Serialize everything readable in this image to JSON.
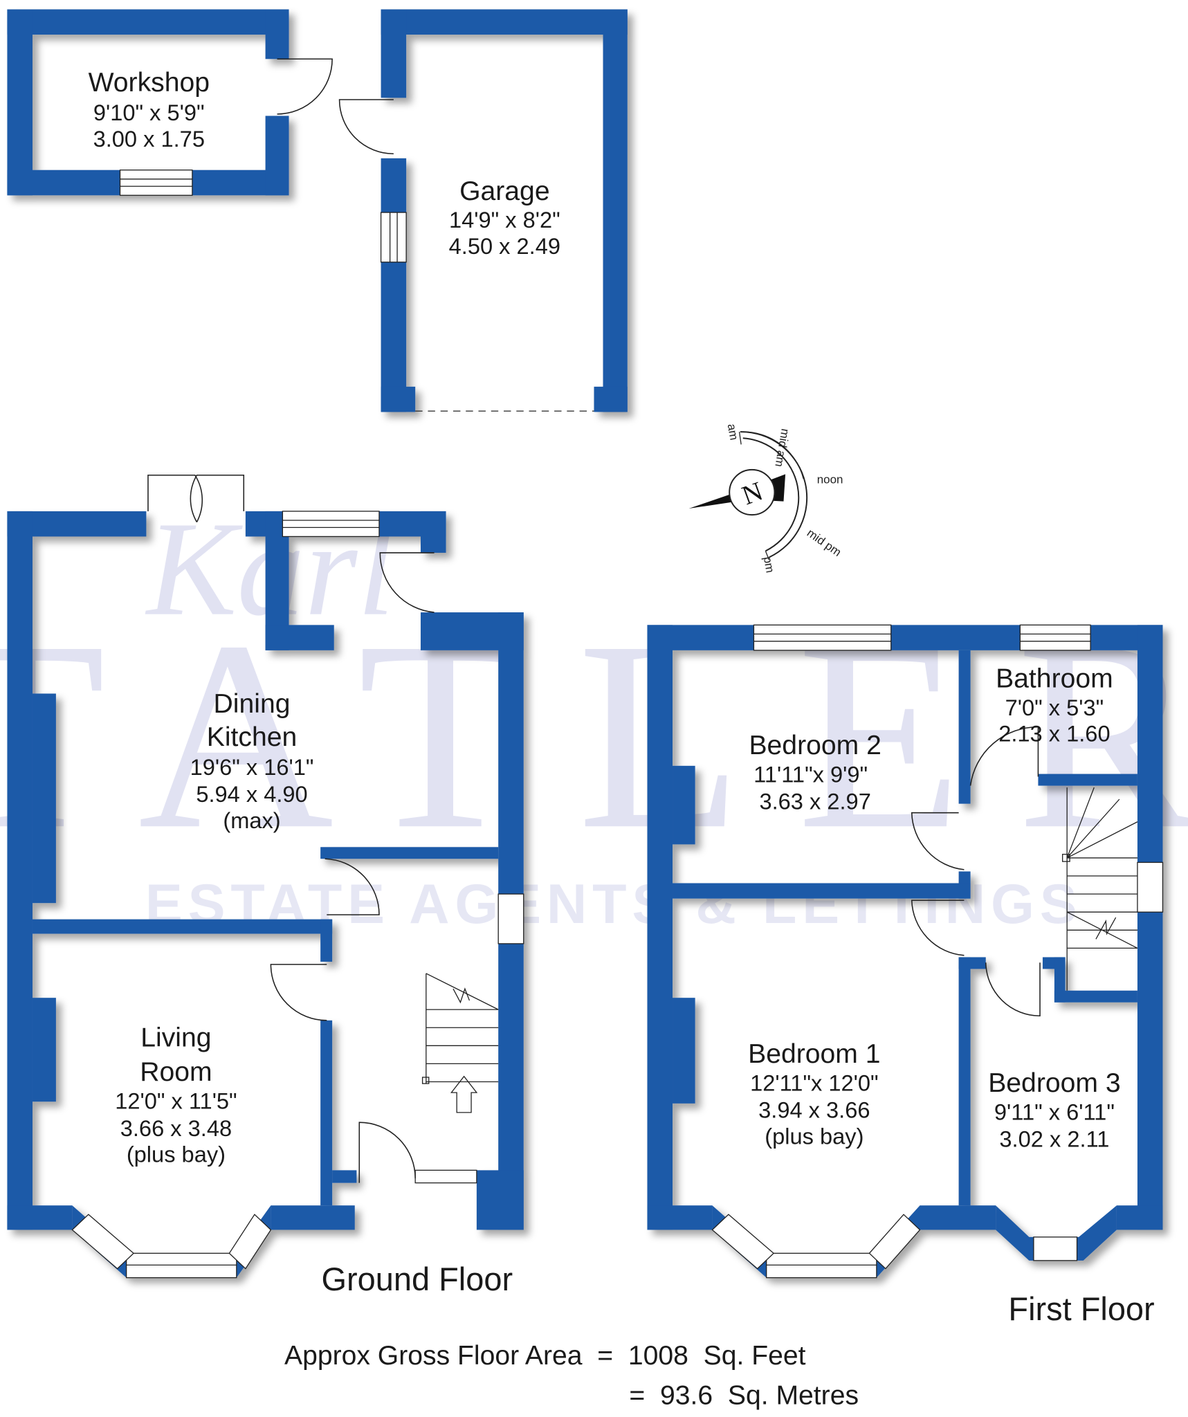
{
  "colors": {
    "wall": "#1f5aa8",
    "watermark": "#c9cbe8"
  },
  "watermark": {
    "script": "Karl",
    "name": "TATLER",
    "tagline": "ESTATE AGENTS & LETTINGS"
  },
  "rooms": [
    {
      "name": "Workshop",
      "imperial": "9'10\" x  5'9\"",
      "metric": "3.00  x  1.75"
    },
    {
      "name": "Garage",
      "imperial": "14'9\" x  8'2\"",
      "metric": "4.50  x  2.49"
    },
    {
      "name": "Dining",
      "name2": "Kitchen",
      "imperial": "19'6\" x 16'1\"",
      "metric": "5.94  x  4.90",
      "note": "(max)"
    },
    {
      "name": "Living",
      "name2": "Room",
      "imperial": "12'0\" x 11'5\"",
      "metric": "3.66  x  3.48",
      "note": "(plus bay)"
    },
    {
      "name": "Bedroom 2",
      "imperial": "11'11\"x  9'9\"",
      "metric": "3.63  x  2.97"
    },
    {
      "name": "Bathroom",
      "imperial": "7'0\"  x  5'3\"",
      "metric": "2.13  x  1.60"
    },
    {
      "name": "Bedroom 1",
      "imperial": "12'11\"x 12'0\"",
      "metric": "3.94  x  3.66",
      "note": "(plus bay)"
    },
    {
      "name": "Bedroom 3",
      "imperial": "9'11\" x 6'11\"",
      "metric": "3.02  x  2.11"
    }
  ],
  "floors": {
    "ground": "Ground Floor",
    "first": "First Floor"
  },
  "area": {
    "line1": "Approx Gross Floor Area  =  1008  Sq. Feet",
    "line2": "=  93.6  Sq. Metres"
  },
  "compass": {
    "north": "N",
    "labels": [
      "am",
      "mid am",
      "noon",
      "mid pm",
      "pm"
    ]
  }
}
